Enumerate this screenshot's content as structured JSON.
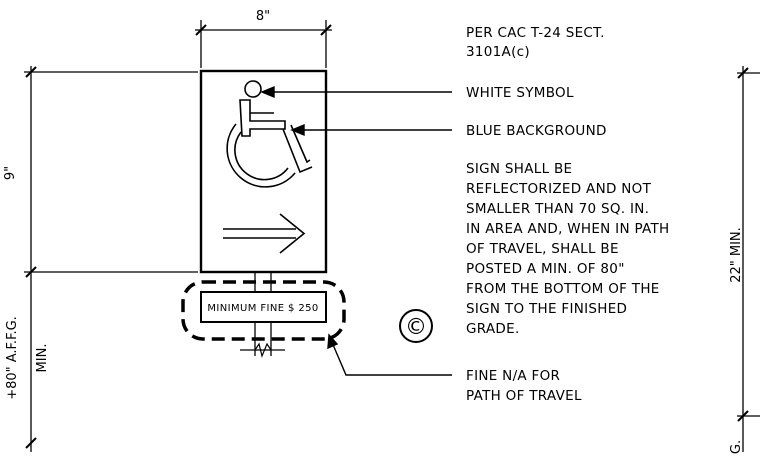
{
  "dimensions": {
    "width": "8\"",
    "height": "9\"",
    "mount_height": "+80\" A.F.F.G. MIN.",
    "mount_height_line1": "+80\" A.F.F.G.",
    "mount_height_line2": "MIN.",
    "right_height": "22\" MIN.",
    "right_ground": "G."
  },
  "notes": {
    "reference_line1": "PER CAC T-24 SECT.",
    "reference_line2": "3101A(c)",
    "white_symbol": "WHITE SYMBOL",
    "blue_background": "BLUE BACKGROUND",
    "requirements": [
      "SIGN SHALL BE",
      "REFLECTORIZED AND NOT",
      "SMALLER THAN 70 SQ. IN.",
      "IN AREA AND, WHEN IN PATH",
      "OF TRAVEL, SHALL BE",
      "POSTED A MIN. OF 80\"",
      "FROM THE BOTTOM OF THE",
      "SIGN TO THE FINISHED",
      "GRADE."
    ],
    "fine_note_line1": "FINE N/A FOR",
    "fine_note_line2": "PATH OF TRAVEL"
  },
  "fine_plate": {
    "text": "MINIMUM FINE $ 250"
  },
  "copyright_symbol": "©",
  "colors": {
    "line": "#000000",
    "background": "#ffffff"
  }
}
